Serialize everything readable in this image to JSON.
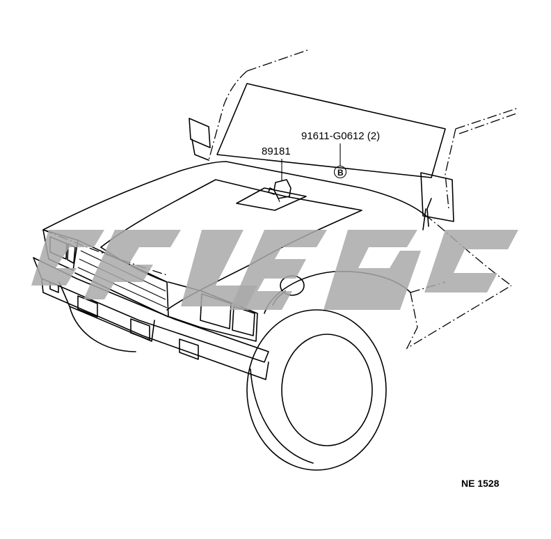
{
  "diagram": {
    "part_labels": [
      {
        "id": "part-89181",
        "text": "89181"
      },
      {
        "id": "part-91611",
        "text": "91611-G0612 (2)"
      }
    ],
    "marker_letter": "B",
    "figure_code": "NE 1528"
  },
  "colors": {
    "line": "#000000",
    "watermark": "#a9a9a9",
    "background": "#ffffff"
  }
}
